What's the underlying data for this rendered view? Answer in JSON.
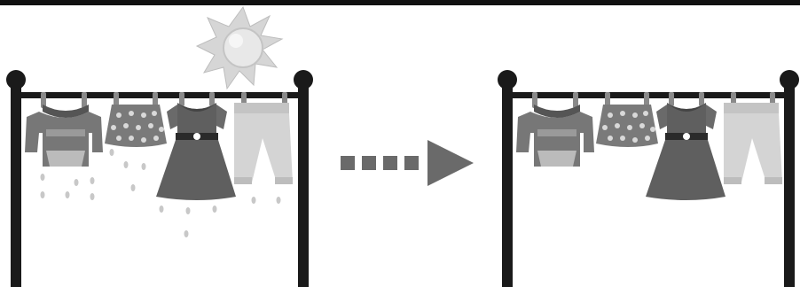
{
  "illustration": {
    "left_panel": {
      "weather": "sun-icon",
      "clothes": [
        "hoodie",
        "polka-dot-skirt",
        "dress",
        "pants"
      ],
      "state": "dripping-water"
    },
    "arrow": "dashed-arrow-right-icon",
    "right_panel": {
      "clothes": [
        "hoodie",
        "polka-dot-skirt",
        "dress",
        "pants"
      ],
      "state": "dry"
    },
    "colors": {
      "pole": "#1a1a1a",
      "shirt": "#777777",
      "shirt_pocket": "#bbbbbb",
      "skirt": "#7a7a7a",
      "dress": "#5f5f5f",
      "pants": "#d4d4d4",
      "sun": "#d9d9d9",
      "drops": "#c8c8c8",
      "arrow": "#6a6a6a"
    }
  }
}
